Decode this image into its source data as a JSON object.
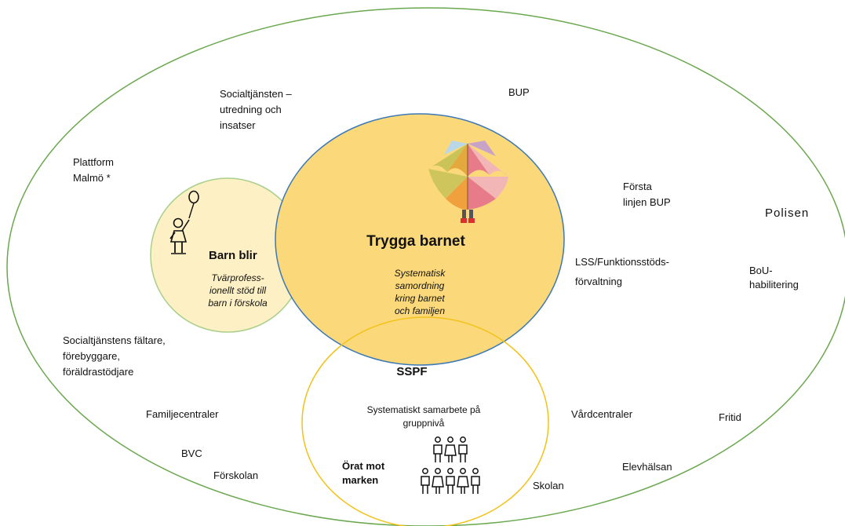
{
  "center": {
    "title": "Trygga barnet",
    "subtitle": "Systematisk\nsamordning\nkring barnet\noch familjen"
  },
  "barn_blir": {
    "title": "Barn blir",
    "subtitle": "Tvärprofess-\nionellt stöd till\nbarn i förskola"
  },
  "sspf": {
    "title": "SSPF",
    "subtitle": "Systematiskt samarbete på\ngruppnivå",
    "side_label": "Örat mot\nmarken"
  },
  "outer_labels": {
    "socialtjansten": "Socialtjänsten –\nutredning och\ninsatser",
    "bup": "BUP",
    "plattform": "Plattform\nMalmö *",
    "forsta_linjen": "Första\nlinjen BUP",
    "polisen": "Polisen",
    "lss": "LSS/Funktionsstöds-",
    "forvaltning": "förvaltning",
    "bou": "BoU-\nhabilitering",
    "faltare": "Socialtjänstens fältare,\nförebyggare,\nföräldrastödjare",
    "familjecentraler": "Familjecentraler",
    "vardcentraler": "Vårdcentraler",
    "fritid": "Fritid",
    "bvc": "BVC",
    "forskolan": "Förskolan",
    "elevhalsan": "Elevhälsan",
    "skolan": "Skolan"
  },
  "colors": {
    "outer_ellipse": "#6aa84f",
    "center_fill": "#fbd97a",
    "center_stroke": "#3c78b5",
    "left_fill": "#fdf0c4",
    "left_stroke": "#a9cf8a",
    "bottom_stroke": "#f2c21a"
  },
  "icons": [
    "umbrella-child-icon",
    "child-balloon-icon",
    "people-group-icon"
  ]
}
